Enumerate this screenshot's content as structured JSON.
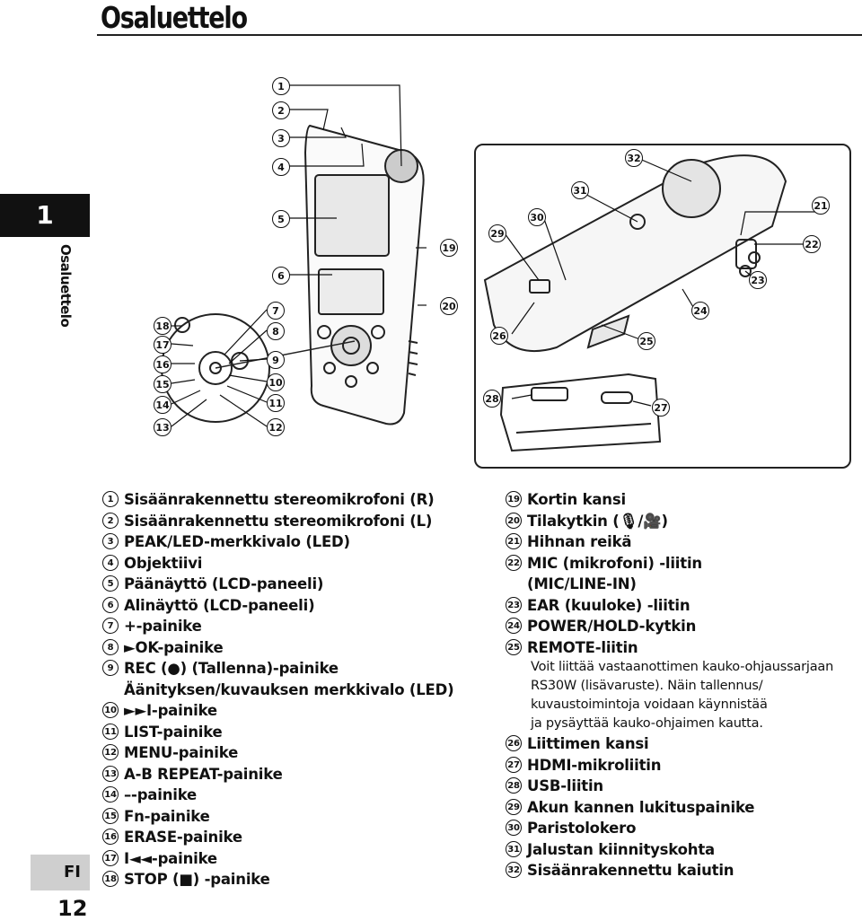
{
  "page": {
    "title": "Osaluettelo",
    "chapter_number": "1",
    "chapter_side_label": "Osaluettelo",
    "language": "FI",
    "page_number": "12"
  },
  "callouts": {
    "left": [
      "1",
      "2",
      "3",
      "4",
      "5",
      "6",
      "7",
      "8",
      "9",
      "10",
      "11",
      "12",
      "13",
      "14",
      "15",
      "16",
      "17",
      "18",
      "19",
      "20"
    ],
    "right": [
      "21",
      "22",
      "23",
      "24",
      "25",
      "26",
      "27",
      "28",
      "29",
      "30",
      "31",
      "32"
    ]
  },
  "legend_left": [
    {
      "n": "1",
      "text": "Sisäänrakennettu stereomikrofoni (R)"
    },
    {
      "n": "2",
      "text": "Sisäänrakennettu stereomikrofoni (L)"
    },
    {
      "n": "3",
      "text": "PEAK/LED-merkkivalo (LED)"
    },
    {
      "n": "4",
      "text": "Objektiivi"
    },
    {
      "n": "5",
      "text": "Päänäyttö (LCD-paneeli)"
    },
    {
      "n": "6",
      "text": "Alinäyttö (LCD-paneeli)"
    },
    {
      "n": "7",
      "text": "+-painike"
    },
    {
      "n": "8",
      "text": "►OK-painike"
    },
    {
      "n": "9",
      "text": "REC (●) (Tallenna)-painike",
      "cont": "Äänityksen/kuvauksen merkkivalo (LED)"
    },
    {
      "n": "10",
      "text": "►►I-painike"
    },
    {
      "n": "11",
      "text": "LIST-painike"
    },
    {
      "n": "12",
      "text": "MENU-painike"
    },
    {
      "n": "13",
      "text": "A-B REPEAT-painike"
    },
    {
      "n": "14",
      "text": "–-painike"
    },
    {
      "n": "15",
      "text": "Fn-painike"
    },
    {
      "n": "16",
      "text": "ERASE-painike"
    },
    {
      "n": "17",
      "text": "I◄◄-painike"
    },
    {
      "n": "18",
      "text": "STOP (■) -painike"
    }
  ],
  "legend_right": [
    {
      "n": "19",
      "text": "Kortin kansi"
    },
    {
      "n": "20",
      "text": "Tilakytkin (🎙/🎥)"
    },
    {
      "n": "21",
      "text": "Hihnan reikä"
    },
    {
      "n": "22",
      "text": "MIC (mikrofoni) -liitin",
      "cont": "(MIC/LINE-IN)"
    },
    {
      "n": "23",
      "text": "EAR (kuuloke) -liitin"
    },
    {
      "n": "24",
      "text": "POWER/HOLD-kytkin"
    },
    {
      "n": "25",
      "text": "REMOTE-liitin",
      "notes": [
        "Voit liittää vastaanottimen kauko-ohjaussarjaan",
        "RS30W (lisävaruste). Näin tallennus/",
        "kuvaustoimintoja voidaan käynnistää",
        "ja pysäyttää kauko-ohjaimen kautta."
      ]
    },
    {
      "n": "26",
      "text": "Liittimen kansi"
    },
    {
      "n": "27",
      "text": "HDMI-mikroliitin"
    },
    {
      "n": "28",
      "text": "USB-liitin"
    },
    {
      "n": "29",
      "text": "Akun kannen lukituspainike"
    },
    {
      "n": "30",
      "text": "Paristolokero"
    },
    {
      "n": "31",
      "text": "Jalustan kiinnityskohta"
    },
    {
      "n": "32",
      "text": "Sisäänrakennettu kaiutin"
    }
  ]
}
